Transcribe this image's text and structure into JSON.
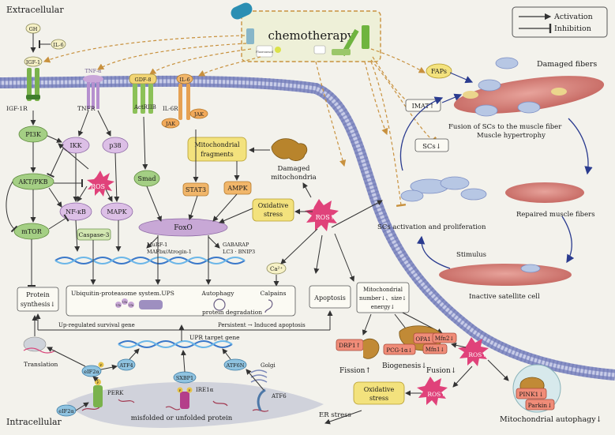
{
  "legend": {
    "activation": "Activation",
    "inhibition": "Inhibition"
  },
  "regions": {
    "extracellular": "Extracellular",
    "intracellular": "Intracellular"
  },
  "chemo": {
    "title": "chemotherapy",
    "pill_label": "Fluorouracil"
  },
  "receptors": {
    "gh": "GH",
    "il6_free": "IL-6",
    "igf1": "IGF-1",
    "igf1r": "IGF-1R",
    "tnfa": "TNF-α",
    "tnfr": "TNFR",
    "gdf8": "GDF-8",
    "actriib": "ActRIIB",
    "il6": "IL-6",
    "il6r": "IL-6R",
    "jak1": "JAK",
    "jak2": "JAK"
  },
  "nodes": {
    "pi3k": "PI3K",
    "ikk": "IKK",
    "p38": "p38",
    "akt": "AKT/PKB",
    "ros1": "ROS",
    "smad": "Smad",
    "nfkb": "NF-κB",
    "mapk": "MAPK",
    "mtor": "mTOR",
    "caspase": "Caspase-3",
    "mito_frag": [
      "Mitochondrial",
      "fragments"
    ],
    "damaged_mito": [
      "Damaged",
      "mitochondria"
    ],
    "stat3": "STAT3",
    "ampk": "AMPK",
    "ox1": [
      "Oxidative",
      "stress"
    ],
    "ros2": "ROS↑",
    "foxo": "FoxO",
    "murf": "MuRF-1",
    "mafbx": "MAFbx/Atrogin-1",
    "gabarap": "GABARAP",
    "lc3": "LC3 · BNIP3",
    "ca": "Ca²⁺",
    "protein_synth": [
      "Protein",
      "synthesis↓"
    ],
    "ups": "Ubiquitin-proteasome system.UPS",
    "autophagy": "Autophagy",
    "calpains": "Calpains",
    "ub": "Ub",
    "protein_degradation": "protein degradation",
    "apoptosis": "Apoptosis",
    "mito_num": [
      "Mitochondrial",
      "number↓、size↓",
      "energy↓"
    ],
    "up_survival": "Up-regulated survival gene",
    "persistent": "Persistent → Induced apoptosis",
    "translation": "Translation",
    "upr": "UPR target gene",
    "eif2a_1": "eIF2α",
    "eif2a_2": "eIF2α",
    "atf4": "ATF4",
    "sxbp1": "SXBP1",
    "atf6n": "ATF6N",
    "perk": "PERK",
    "ire1a": "IRE1α",
    "golgi": "Golgi",
    "atf6": "ATF6",
    "misfolded": "misfolded or unfolded protein",
    "er_stress": "ER stress",
    "ox2": [
      "Oxidative",
      "stress"
    ],
    "ros3": "ROS↑",
    "ros4": "ROS↑",
    "p": "P",
    "drp1": "DRP1↑",
    "fission": "Fission↑",
    "opa1": "OPA1↓",
    "mfn2": "Mfn2↓",
    "mfn1": "Mfn1↓",
    "pgc": "PCG-1α↓",
    "biogenesis": "Biogenesis↓",
    "fusion": "Fusion↓",
    "pink1": "PINK1↓",
    "parkin": "Parkin↓",
    "mito_auto": "Mitochondrial autophagy↓"
  },
  "muscle": {
    "faps": "FAPs",
    "imat": "IMAT↑",
    "damaged_fibers": "Damaged fibers",
    "fusion_text": [
      "Fusion of SCs to the muscle fiber",
      "Muscle hypertrophy"
    ],
    "scs": "SCs↓",
    "repaired": "Repaired muscle fibers",
    "activation": "SCs activation and proliferation",
    "stimulus": "Stimulus",
    "inactive": "Inactive satellite cell"
  }
}
